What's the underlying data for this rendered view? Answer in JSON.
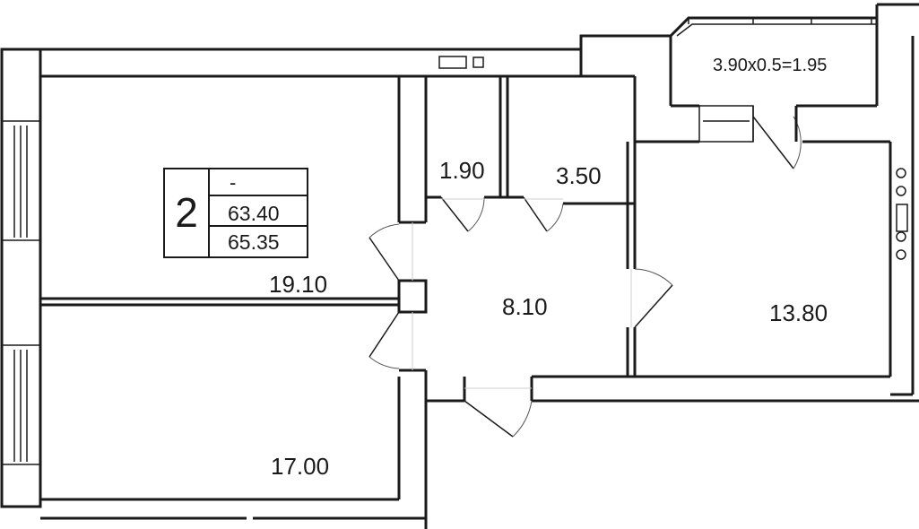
{
  "apartment_info": {
    "rooms": "2",
    "line1": "-",
    "living_area": "63.40",
    "total_area": "65.35"
  },
  "rooms": [
    {
      "id": "room-a",
      "area": "19.10"
    },
    {
      "id": "room-b",
      "area": "17.00"
    },
    {
      "id": "room-c",
      "area": "1.90"
    },
    {
      "id": "room-d",
      "area": "3.50"
    },
    {
      "id": "room-e",
      "area": "8.10"
    },
    {
      "id": "room-f",
      "area": "13.80"
    }
  ],
  "balcony": {
    "label": "3.90x0.5=1.95"
  }
}
